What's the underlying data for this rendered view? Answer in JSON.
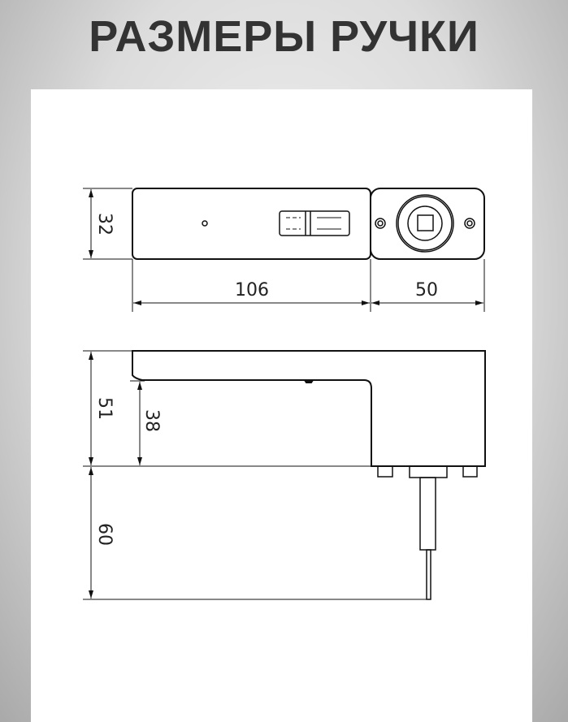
{
  "title": "РАЗМЕРЫ РУЧКИ",
  "dimensions": {
    "top_height": "32",
    "top_length_lever": "106",
    "top_length_base": "50",
    "side_total_height": "51",
    "side_lever_clearance": "38",
    "spindle_length": "60"
  }
}
